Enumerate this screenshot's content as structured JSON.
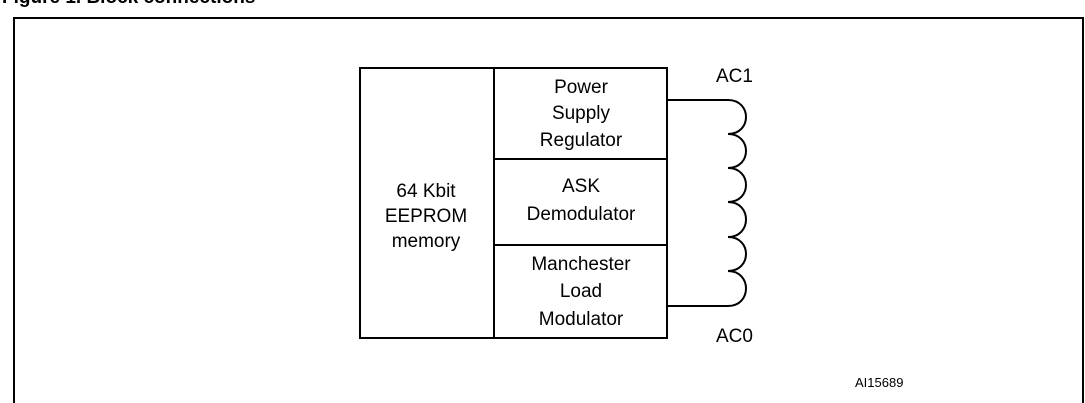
{
  "figure": {
    "caption": "Figure 1. Block connections",
    "diagram_id": "AI15689"
  },
  "memory": {
    "lines": [
      "64 Kbit",
      "EEPROM",
      "memory"
    ]
  },
  "blocks": [
    {
      "lines": [
        "Power",
        "Supply",
        "Regulator"
      ]
    },
    {
      "lines": [
        "ASK",
        "Demodulator"
      ]
    },
    {
      "lines": [
        "Manchester",
        "Load",
        "Modulator"
      ]
    }
  ],
  "pins": {
    "top": "AC1",
    "bottom": "AC0"
  }
}
